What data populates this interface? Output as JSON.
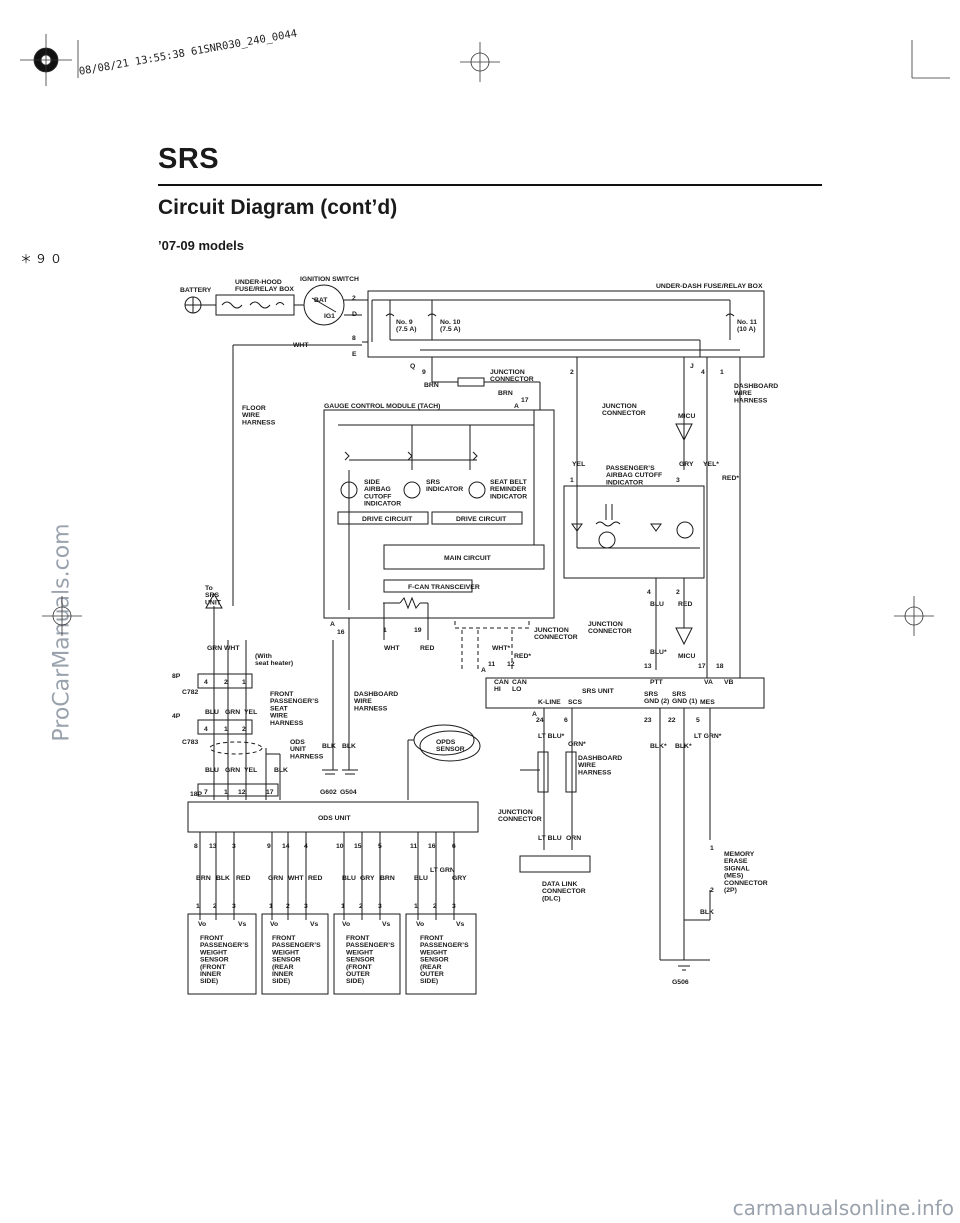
{
  "header": {
    "stamp": "08/08/21 13:55:38 61SNR030_240_0044",
    "title": "SRS",
    "section": "Circuit Diagram (cont’d)",
    "subtitle": "’07-09 models",
    "page_num": "＊９０"
  },
  "watermarks": {
    "left": "ProCarManuals.com",
    "bottom": "carmanualsonline.info"
  },
  "labels": {
    "battery": "BATTERY",
    "underhood": "UNDER-HOOD\nFUSE/RELAY BOX",
    "ignition": "IGNITION SWITCH",
    "bat": "BAT",
    "ig1": "IG1",
    "underdash": "UNDER-DASH FUSE/RELAY BOX",
    "fuse9": "No. 9\n(7.5 A)",
    "fuse10": "No. 10\n(7.5 A)",
    "fuse11": "No. 11\n(10 A)",
    "floor_harness": "FLOOR\nWIRE\nHARNESS",
    "gcm": "GAUGE CONTROL MODULE (TACH)",
    "junction": "JUNCTION\nCONNECTOR",
    "dash_harness": "DASHBOARD\nWIRE\nHARNESS",
    "micu": "MICU",
    "side_airbag": "SIDE\nAIRBAG\nCUTOFF\nINDICATOR",
    "srs_ind": "SRS\nINDICATOR",
    "seatbelt": "SEAT BELT\nREMINDER\nINDICATOR",
    "drive_circuit": "DRIVE CIRCUIT",
    "main_circuit": "MAIN CIRCUIT",
    "fcan": "F-CAN TRANSCEIVER",
    "pass_airbag": "PASSENGER’S\nAIRBAG CUTOFF\nINDICATOR",
    "to_srs": "To\nSRS\nUNIT",
    "with_heater": "(With\nseat heater)",
    "seat_harness": "FRONT\nPASSENGER’S\nSEAT\nWIRE\nHARNESS",
    "ods_harness": "ODS\nUNIT\nHARNESS",
    "opds": "OPDS\nSENSOR",
    "ods_unit": "ODS UNIT",
    "srs_unit": "SRS UNIT",
    "can_hi": "CAN\nHI",
    "can_lo": "CAN\nLO",
    "kline": "K-LINE",
    "scs": "SCS",
    "ptt": "PTT",
    "va": "VA",
    "vb": "VB",
    "srs_gnd2": "SRS\nGND (2)",
    "srs_gnd1": "SRS\nGND (1)",
    "mes": "MES",
    "dlc": "DATA LINK\nCONNECTOR\n(DLC)",
    "mes_conn": "MEMORY\nERASE\nSIGNAL\n(MES)\nCONNECTOR\n(2P)",
    "sensor1": "FRONT\nPASSENGER’S\nWEIGHT\nSENSOR\n(FRONT\nINNER\nSIDE)",
    "sensor2": "FRONT\nPASSENGER’S\nWEIGHT\nSENSOR\n(REAR\nINNER\nSIDE)",
    "sensor3": "FRONT\nPASSENGER’S\nWEIGHT\nSENSOR\n(FRONT\nOUTER\nSIDE)",
    "sensor4": "FRONT\nPASSENGER’S\nWEIGHT\nSENSOR\n(REAR\nOUTER\nSIDE)",
    "vo": "Vo",
    "vs": "Vs",
    "c782": "C782",
    "c783": "C783",
    "p8": "8P",
    "p4": "4P",
    "p18": "18P",
    "g602": "G602",
    "g504": "G504",
    "g506": "G506"
  },
  "wires": {
    "wht": "WHT",
    "brn": "BRN",
    "yel": "YEL",
    "grn": "GRN",
    "yel_star": "YEL*",
    "red_star": "RED*",
    "gry": "GRY",
    "blu": "BLU",
    "red": "RED",
    "blu_star": "BLU*",
    "wht_star": "WHT*",
    "blk": "BLK",
    "blk_star": "BLK*",
    "ltblu_star": "LT BLU*",
    "orn_star": "ORN*",
    "ltgrn_star": "LT GRN*",
    "lt_blu": "LT BLU",
    "orn": "ORN",
    "lt_grn": "LT GRN"
  },
  "pins": {
    "p2": "2",
    "pD": "D",
    "p8": "8",
    "pE": "E",
    "p9": "9",
    "pQ": "Q",
    "pJ": "J",
    "p4": "4",
    "p1": "1",
    "pA": "A",
    "p17": "17",
    "p3": "3",
    "p16": "16",
    "p19": "19",
    "p11": "11",
    "p12": "12",
    "p24": "24",
    "p6": "6",
    "p23": "23",
    "p22": "22",
    "p5": "5",
    "p13": "13",
    "p18": "18",
    "p7": "7",
    "p14": "14",
    "p10": "10",
    "p15": "15"
  }
}
